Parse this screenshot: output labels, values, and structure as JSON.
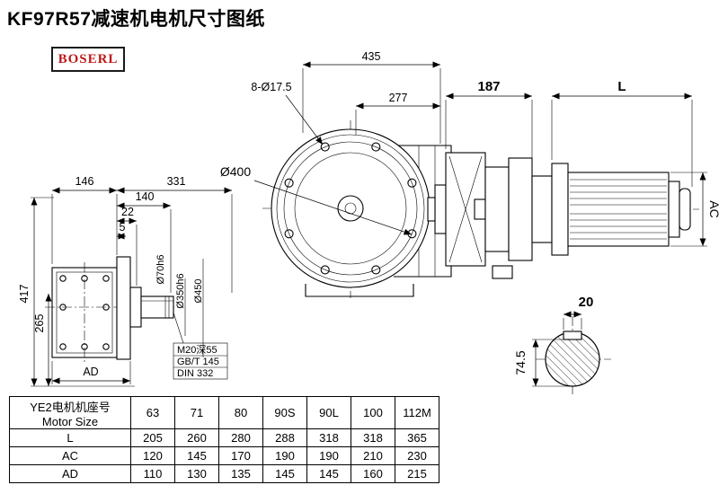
{
  "page": {
    "title": "KF97R57减速机电机尺寸图纸",
    "logo": "BOSERL"
  },
  "front_view": {
    "dim_width": "435",
    "bolt_holes": "8-Ø17.5",
    "dim_offset": "277",
    "bolt_circle": "Ø400"
  },
  "motor_view": {
    "dim_adapter": "187",
    "dim_motor_length": "L",
    "dim_motor_height": "AC"
  },
  "side_view": {
    "dim_body_width": "146",
    "dim_total": "331",
    "dim_shaft_len": "140",
    "dim_step": "22",
    "dim_small": "5",
    "dim_height": "417",
    "dim_center_height": "265",
    "dim_ad": "AD",
    "shaft_dia": "Ø70h6",
    "spigot_dia": "Ø350h6",
    "flange_dia": "Ø450",
    "tap_note": "M20深55",
    "std_note1": "GB/T 145",
    "std_note2": "DIN 332"
  },
  "shaft_section": {
    "keyway_width": "20",
    "section_height": "74.5"
  },
  "table": {
    "header_cn": "YE2电机机座号",
    "header_en": "Motor Size",
    "sizes": [
      "63",
      "71",
      "80",
      "90S",
      "90L",
      "100",
      "112M"
    ],
    "rows": [
      {
        "label": "L",
        "values": [
          "205",
          "260",
          "280",
          "288",
          "318",
          "318",
          "365"
        ]
      },
      {
        "label": "AC",
        "values": [
          "120",
          "145",
          "170",
          "190",
          "190",
          "210",
          "230"
        ]
      },
      {
        "label": "AD",
        "values": [
          "110",
          "130",
          "135",
          "145",
          "145",
          "160",
          "215"
        ]
      }
    ]
  }
}
